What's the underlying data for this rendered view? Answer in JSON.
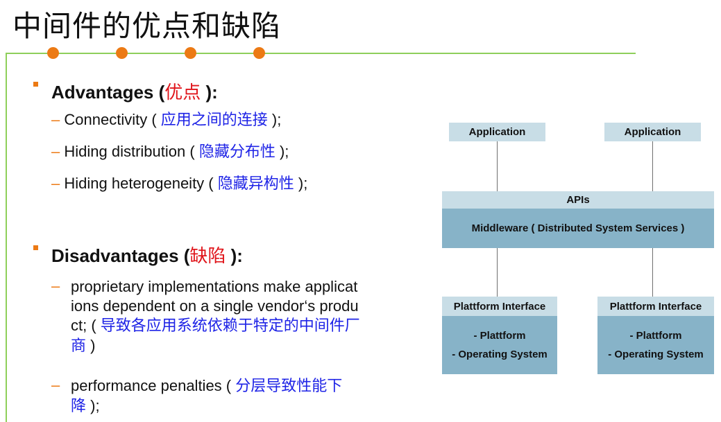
{
  "title": "中间件的优点和缺陷",
  "advantages": {
    "label": "Advantages (",
    "cn": "优点",
    "close": " ):",
    "items": [
      {
        "text": "Connectivity ( ",
        "cn": "应用之间的连接",
        "end": " );"
      },
      {
        "text": "Hiding distribution ( ",
        "cn": "隐藏分布性",
        "end": " );"
      },
      {
        "text": "Hiding heterogeneity ( ",
        "cn": "隐藏异构性",
        "end": " );"
      }
    ]
  },
  "disadvantages": {
    "label": "Disadvantages (",
    "cn": "缺陷",
    "close": " ):",
    "items": [
      {
        "lines": [
          "proprietary implementations make applicat",
          "ions dependent on a single vendor‘s produ"
        ],
        "line3_text": "ct; ( ",
        "line3_cn": "导致各应用系统依赖于特定的中间件厂",
        "line4_cn": "商",
        "line4_end": " )"
      },
      {
        "line1_text": "performance penalties ( ",
        "line1_cn": "分层导致性能下",
        "line2_cn": "降",
        "line2_end": " );"
      }
    ]
  },
  "diagram": {
    "app_left": "Application",
    "app_right": "Application",
    "apis": "APIs",
    "middleware": "Middleware ( Distributed System Services )",
    "platform_left": {
      "header": "Plattform Interface",
      "line1": "- Plattform",
      "line2": "- Operating System"
    },
    "platform_right": {
      "header": "Plattform Interface",
      "line1": "- Plattform",
      "line2": "- Operating System"
    }
  },
  "colors": {
    "accent_orange": "#ec7a14",
    "frame_green": "#8ecf5a",
    "chinese_red": "#e0151b",
    "chinese_blue": "#1e23e6",
    "diagram_light": "#c8dde6",
    "diagram_dark": "#87b3c8"
  }
}
